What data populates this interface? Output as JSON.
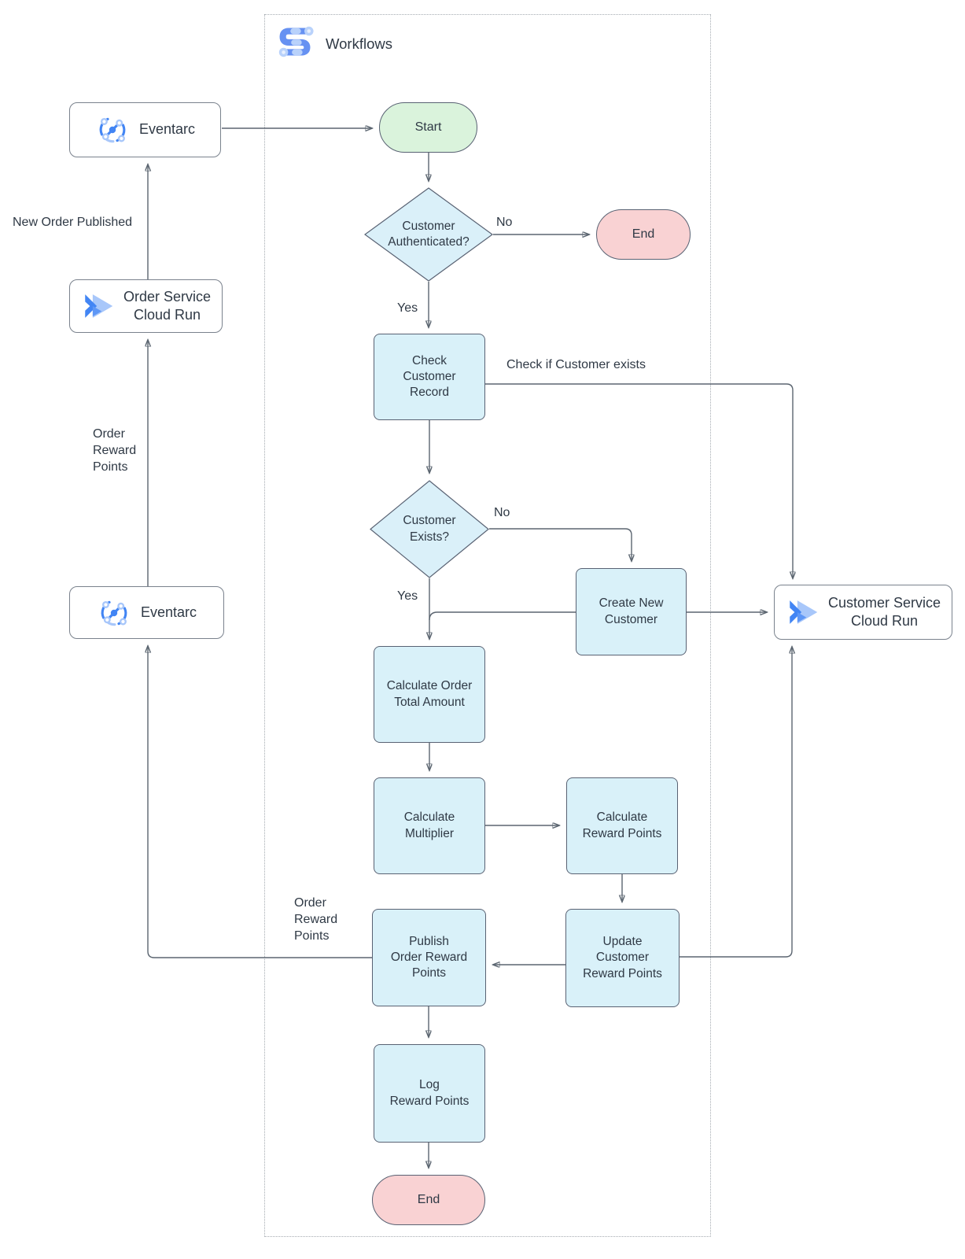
{
  "title": "Workflows",
  "colors": {
    "process_fill": "#d9f1f9",
    "decision_fill": "#daf0f9",
    "start_fill": "#daf3dc",
    "end_fill": "#f9d2d3",
    "shape_stroke": "#596273",
    "line_stroke": "#5b6570",
    "text": "#2f3945",
    "icon_blue": "#4285f4",
    "icon_blue_light": "#a8c7fa"
  },
  "icons": [
    "workflows-icon",
    "eventarc-icon",
    "cloud-run-icon"
  ],
  "nodes": {
    "eventarc_top": {
      "label": "Eventarc",
      "icon": "eventarc-icon"
    },
    "order_service": {
      "label": "Order Service\nCloud Run",
      "icon": "cloud-run-icon"
    },
    "eventarc_bottom": {
      "label": "Eventarc",
      "icon": "eventarc-icon"
    },
    "customer_service": {
      "label": "Customer Service\nCloud Run",
      "icon": "cloud-run-icon"
    },
    "start": {
      "label": "Start"
    },
    "end_top": {
      "label": "End"
    },
    "auth_decision": {
      "label": "Customer\nAuthenticated?"
    },
    "check_customer_record": {
      "label": "Check\nCustomer\nRecord"
    },
    "customer_exists_decision": {
      "label": "Customer\nExists?"
    },
    "create_new_customer": {
      "label": "Create New\nCustomer"
    },
    "calc_order_total": {
      "label": "Calculate Order\nTotal Amount"
    },
    "calc_multiplier": {
      "label": "Calculate\nMultiplier"
    },
    "calc_reward_points": {
      "label": "Calculate\nReward Points"
    },
    "update_customer_reward_points": {
      "label": "Update\nCustomer\nReward Points"
    },
    "publish_order_reward_points": {
      "label": "Publish\nOrder Reward\nPoints"
    },
    "log_reward_points": {
      "label": "Log\nReward Points"
    },
    "end_bottom": {
      "label": "End"
    }
  },
  "edge_labels": {
    "auth_no": "No",
    "auth_yes": "Yes",
    "check_if_customer_exists": "Check if Customer exists",
    "exists_no": "No",
    "exists_yes": "Yes",
    "new_order_published": "New Order Published",
    "order_reward_points_left": "Order\nReward\nPoints",
    "order_reward_points_mid": "Order\nReward\nPoints"
  }
}
